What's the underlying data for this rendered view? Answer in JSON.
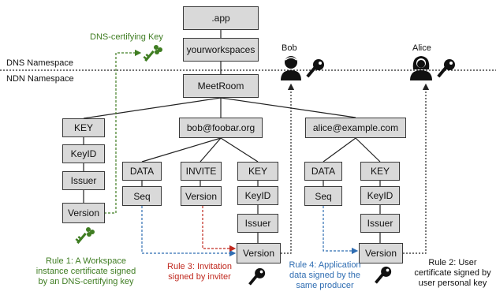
{
  "nodes": {
    "app": ".app",
    "yourworkspaces": "yourworkspaces",
    "meetroom": "MeetRoom",
    "ws_key": "KEY",
    "ws_keyid": "KeyID",
    "ws_issuer": "Issuer",
    "ws_version": "Version",
    "bob": "bob@foobar.org",
    "alice": "alice@example.com",
    "bob_data": "DATA",
    "bob_seq": "Seq",
    "bob_invite": "INVITE",
    "bob_invite_version": "Version",
    "bob_key": "KEY",
    "bob_keyid": "KeyID",
    "bob_issuer": "Issuer",
    "bob_version": "Version",
    "alice_data": "DATA",
    "alice_seq": "Seq",
    "alice_key": "KEY",
    "alice_keyid": "KeyID",
    "alice_issuer": "Issuer",
    "alice_version": "Version"
  },
  "labels": {
    "dns_namespace": "DNS Namespace",
    "ndn_namespace": "NDN Namespace",
    "dns_certifying_key": "DNS-certifying Key",
    "bob": "Bob",
    "alice": "Alice"
  },
  "rules": {
    "rule1": [
      "Rule 1: A Workspace",
      "instance certificate signed",
      "by an DNS-certifying key"
    ],
    "rule3": [
      "Rule 3: Invitation",
      "signed by inviter"
    ],
    "rule4": [
      "Rule 4: Application",
      "data signed by the",
      "same producer"
    ],
    "rule2": [
      "Rule 2: User",
      "certificate signed by",
      "user personal key"
    ]
  },
  "colors": {
    "green": "#3f7d22",
    "red": "#c0281e",
    "blue": "#2f6db2",
    "node_fill": "#d9d9d9"
  },
  "icons": [
    "key-icon",
    "green-key-icon",
    "person-icon"
  ]
}
